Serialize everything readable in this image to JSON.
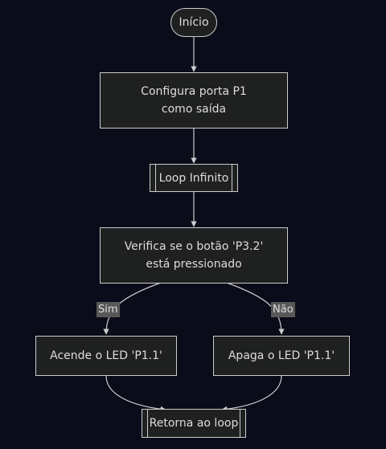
{
  "nodes": {
    "start": "Início",
    "configure": "Configura porta P1 como saída",
    "loop": "Loop Infinito",
    "check": "Verifica se o botão 'P3.2' está pressionado",
    "on": "Acende o LED 'P1.1'",
    "off": "Apaga o LED 'P1.1'",
    "return": "Retorna ao loop"
  },
  "edges": {
    "yes": "Sim",
    "no": "Não"
  },
  "colors": {
    "background": "#0b0c1a",
    "node_fill": "#1f2020",
    "stroke": "#cccccc",
    "label_bg": "#585858",
    "text": "#dddddd"
  }
}
